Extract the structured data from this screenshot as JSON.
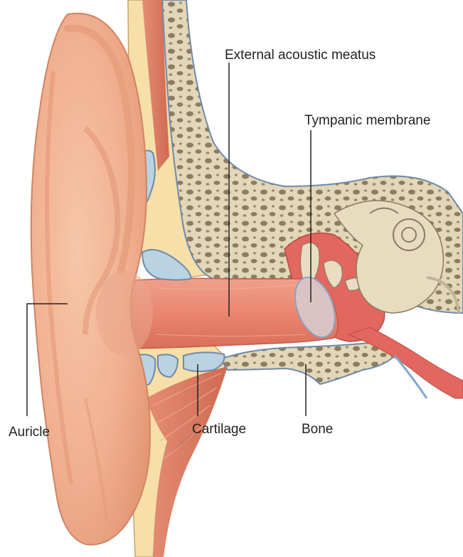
{
  "labels": {
    "external_acoustic_meatus": "External acoustic meatus",
    "tympanic_membrane": "Tympanic membrane",
    "auricle": "Auricle",
    "cartilage": "Cartilage",
    "bone": "Bone"
  },
  "colors": {
    "skin": "#f3b89a",
    "skin_shadow": "#e49a78",
    "canal": "#e98d78",
    "bone": "#e4d9bd",
    "bone_pore": "#8b7a62",
    "cartilage": "#b9d3e2",
    "fat": "#f6dfa8",
    "muscle": "#dd7a62",
    "middle_ear": "#e2675f",
    "membrane": "#d9c6c8"
  }
}
